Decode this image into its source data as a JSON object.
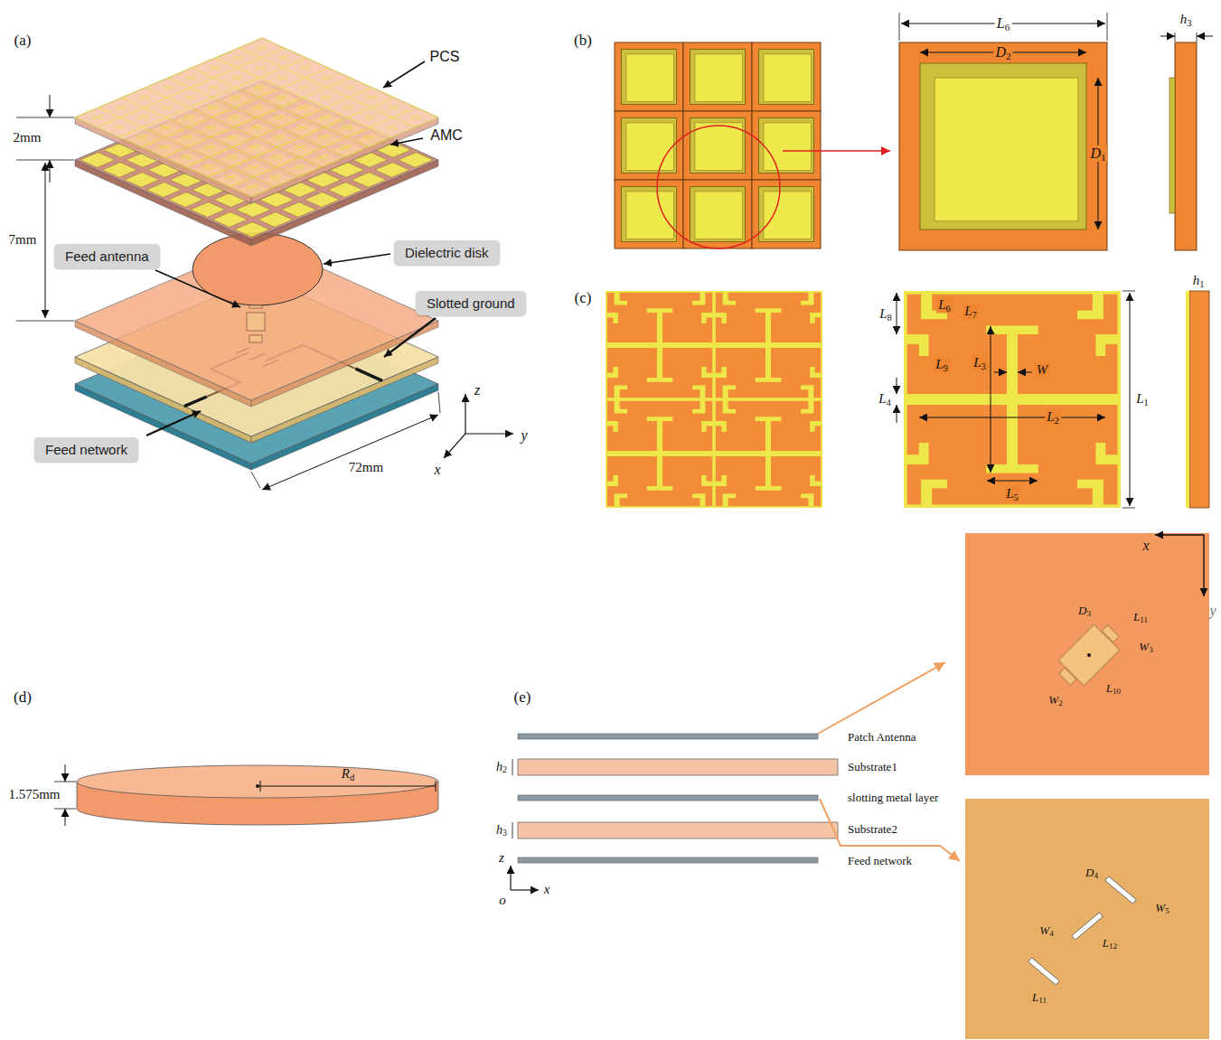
{
  "diagram": {
    "nodes": [
      {
        "text": [
          "Feed antenna"
        ]
      },
      {
        "text": [
          "Dielectric disk"
        ]
      },
      {
        "text": [
          "Slotted ground"
        ]
      },
      {
        "text": [
          "Feed network"
        ]
      }
    ],
    "labels": [
      "(a)",
      "PCS",
      "AMC",
      "2mm",
      "7mm",
      "72mm",
      "z",
      "y",
      "x",
      "(b)",
      "L6",
      "D2",
      "D1",
      "h3",
      "(c)",
      "L6",
      "L7",
      "L8",
      "L9",
      "L3",
      "W",
      "L4",
      "L2",
      "L1",
      "L5",
      "h1",
      "(d)",
      "1.575mm",
      "Rd",
      "(e)",
      "Patch Antenna",
      "h2",
      "Substrate1",
      "slotting metal layer",
      "h3",
      "Substrate2",
      "Feed network",
      "z",
      "o",
      "x",
      "x",
      "y",
      "D3",
      "L11",
      "W3",
      "W2",
      "L10",
      "D4",
      "W5",
      "W4",
      "L12",
      "L11"
    ]
  }
}
